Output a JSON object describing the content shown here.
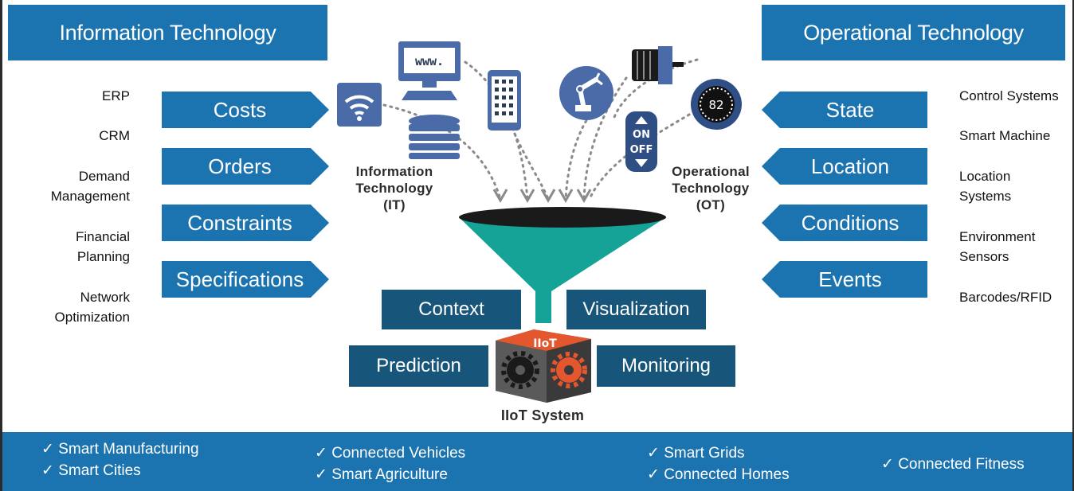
{
  "headers": {
    "left": "Information Technology",
    "right": "Operational Technology"
  },
  "left_list": [
    "ERP",
    "CRM",
    "Demand",
    "Management",
    "Financial",
    "Planning",
    "Network",
    "Optimization"
  ],
  "left_arrows": [
    "Costs",
    "Orders",
    "Constraints",
    "Specifications"
  ],
  "right_arrows": [
    "State",
    "Location",
    "Conditions",
    "Events"
  ],
  "right_list": [
    "Control Systems",
    "Smart Machine",
    "Location",
    "Systems",
    "Environment",
    "Sensors",
    "Barcodes/RFID"
  ],
  "it_label": [
    "Information",
    "Technology",
    "(IT)"
  ],
  "ot_label": [
    "Operational",
    "Technology",
    "(OT)"
  ],
  "icons": {
    "www_text": "www.",
    "on_text": "ON",
    "off_text": "OFF",
    "gauge_value": "82"
  },
  "outputs": {
    "context": "Context",
    "visualization": "Visualization",
    "prediction": "Prediction",
    "monitoring": "Monitoring"
  },
  "iiot": {
    "cube_label": "IIoT",
    "system_label": "IIoT System"
  },
  "applications": [
    "Smart Manufacturing",
    "Smart Cities",
    "Connected Vehicles",
    "Smart Agriculture",
    "Smart Grids",
    "Connected Homes",
    "Connected Fitness"
  ],
  "checkmark": "✓",
  "colors": {
    "header_blue": "#1b73b0",
    "tile_navy": "#17557a",
    "funnel_teal": "#14a396",
    "cube_orange": "#e4572e",
    "icon_blue": "#4a6aa8"
  }
}
